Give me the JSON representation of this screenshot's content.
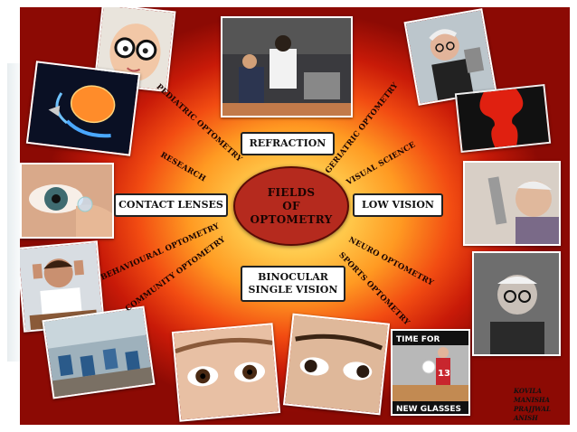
{
  "center": {
    "line1": "FIELDS",
    "line2": "OF",
    "line3": "OPTOMETRY"
  },
  "boxes": {
    "refraction": "REFRACTION",
    "contact_lenses": "CONTACT LENSES",
    "low_vision": "LOW VISION",
    "binocular_line1": "BINOCULAR",
    "binocular_line2": "SINGLE VISION"
  },
  "branches": {
    "pediatric": "PEDIATRIC OPTOMETRY",
    "research": "RESEARCH",
    "geriatric": "GERIATRIC OPTOMETRY",
    "visual_science": "VISUAL SCIENCE",
    "behavioural": "BEHAVIOURAL OPTOMETRY",
    "community": "COMMUNITY OPTOMETRY",
    "neuro": "NEURO OPTOMETRY",
    "sports": "SPORTS OPTOMETRY"
  },
  "poster_text": {
    "line1": "TIME FOR",
    "line2": "NEW GLASSES",
    "jersey": "13"
  },
  "credits": [
    "KOVILA",
    "MANISHA",
    "PRAJJWAL",
    "ANISH"
  ]
}
